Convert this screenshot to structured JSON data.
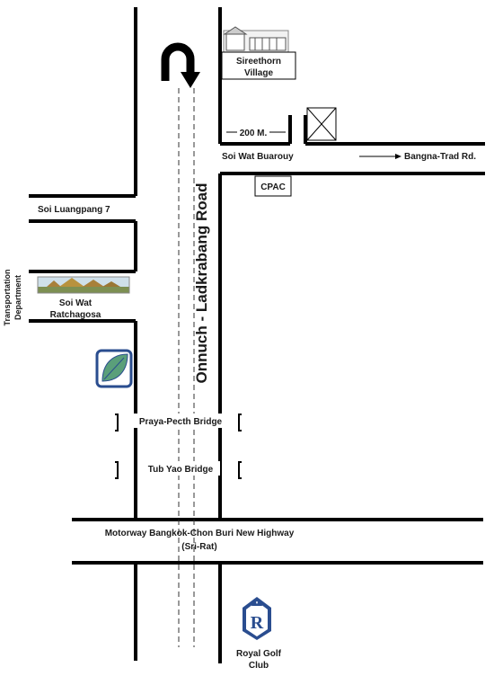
{
  "map": {
    "main_road": "Onnuch - Ladkrabang Road",
    "village": {
      "line1": "Sireethorn",
      "line2": "Village"
    },
    "distance": "200 M.",
    "soi_wat_buarouy": "Soi Wat Buarouy",
    "bangna_trad": "Bangna-Trad Rd.",
    "cpac": "CPAC",
    "soi_luangpang": "Soi Luangpang 7",
    "transport_dept": {
      "line1": "Transportation",
      "line2": "Department"
    },
    "soi_wat_ratchagosa": {
      "line1": "Soi Wat",
      "line2": "Ratchagosa"
    },
    "praya_pecth_bridge": "Praya-Pecth Bridge",
    "tub_yao_bridge": "Tub Yao Bridge",
    "motorway": {
      "line1": "Motorway Bangkok-Chon Buri New Highway",
      "line2": "(Sri-Rat)"
    },
    "royal_golf": {
      "line1": "Royal Golf",
      "line2": "Club"
    },
    "icons": [
      "u-turn-arrow-icon",
      "bank-leaf-logo-icon",
      "royal-golf-crest-icon",
      "village-building-icon",
      "temple-photo-icon",
      "crossed-box-icon",
      "arrow-right-icon"
    ],
    "colors": {
      "road": "#000000",
      "logo_blue": "#2a4d8f",
      "leaf_green": "#5a9f7a"
    }
  }
}
